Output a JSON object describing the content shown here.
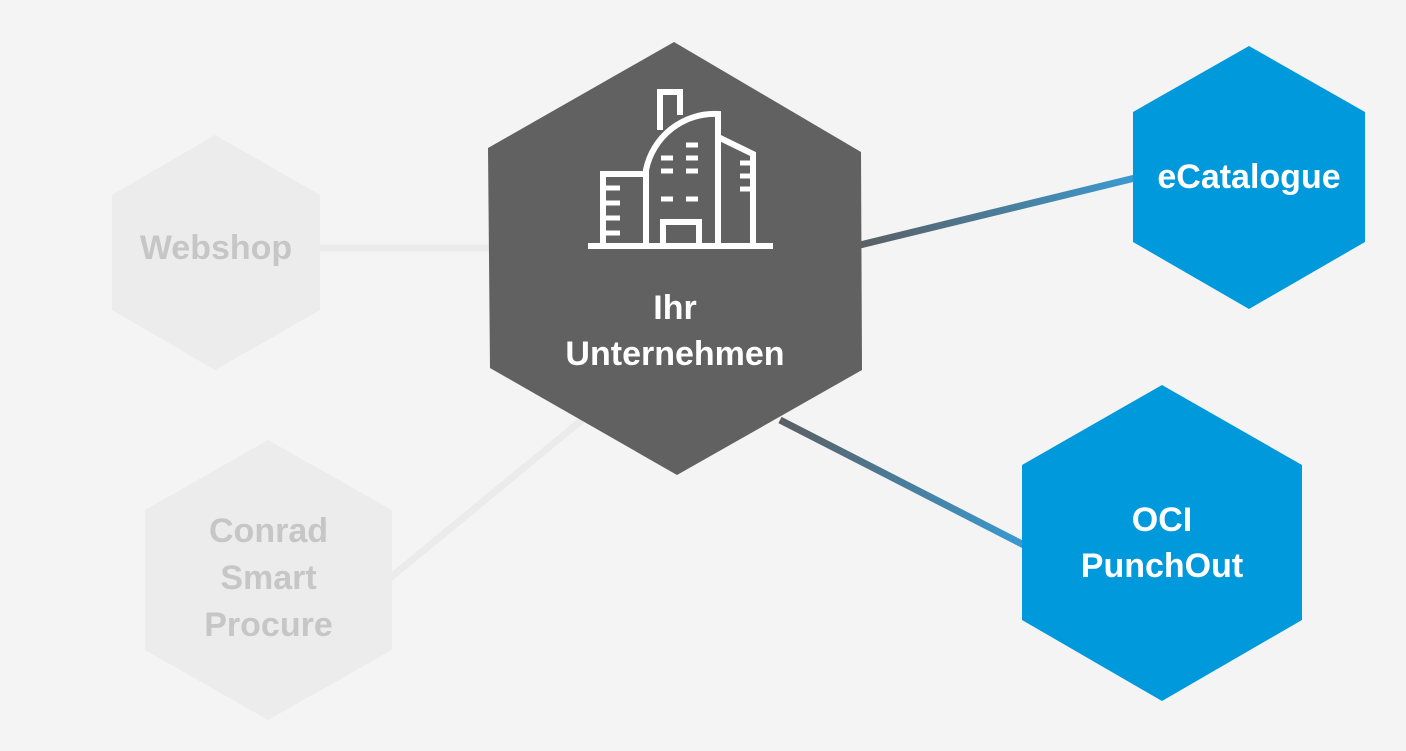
{
  "center": {
    "line1": "Ihr",
    "line2": "Unternehmen",
    "icon": "building-icon"
  },
  "nodes": {
    "webshop": {
      "label": "Webshop"
    },
    "conrad": {
      "line1": "Conrad",
      "line2": "Smart",
      "line3": "Procure"
    },
    "ecatalogue": {
      "label": "eCatalogue"
    },
    "oci": {
      "line1": "OCI",
      "line2": "PunchOut"
    }
  },
  "colors": {
    "background": "#f4f4f4",
    "center": "#616161",
    "active": "#0099dc",
    "inactive": "#ececec",
    "inactive_text": "#c6c6c6"
  }
}
